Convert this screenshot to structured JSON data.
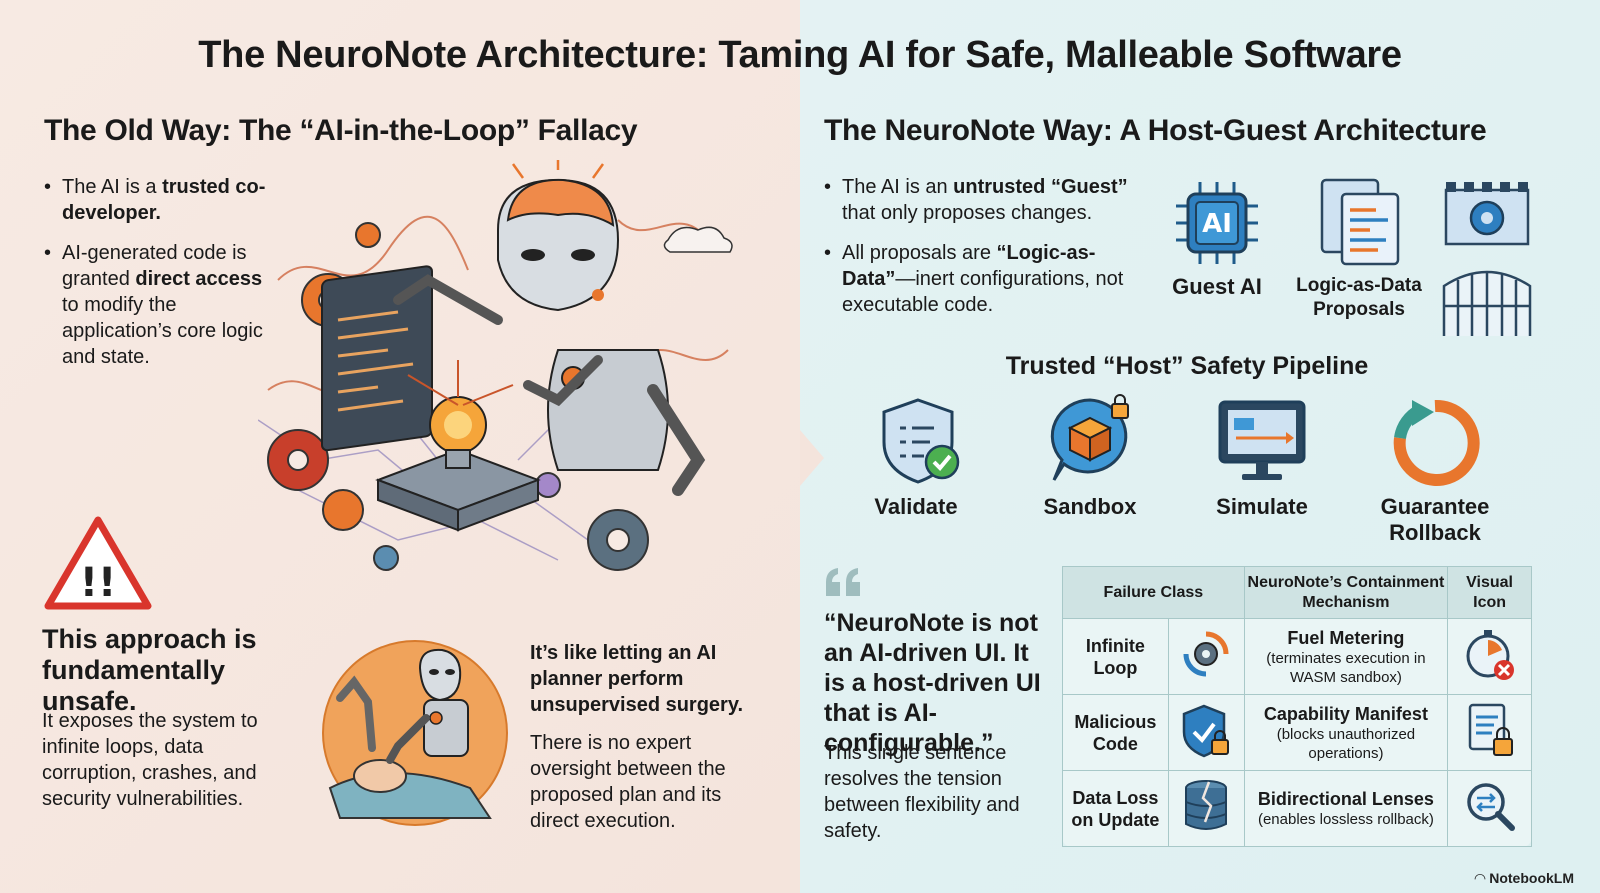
{
  "title": "The NeuroNote Architecture: Taming AI for Safe, Malleable Software",
  "old_way": {
    "heading": "The Old Way: The “AI-in-the-Loop” Fallacy",
    "bullet1": {
      "a": "The AI is a ",
      "b": "trusted co-developer."
    },
    "bullet2": {
      "a": "AI-generated code is granted ",
      "b": "direct access",
      "c": " to modify the application’s core logic and state."
    },
    "unsafe_heading": "This approach is fundamentally unsafe.",
    "unsafe_body": "It exposes the system to infinite loops, data corruption, crashes, and security vulnerabilities.",
    "surgery_heading": "It’s like letting an AI planner perform unsupervised surgery.",
    "surgery_body": "There is no expert oversight between the proposed plan and its direct execution."
  },
  "new_way": {
    "heading": "The NeuroNote Way: A Host-Guest Architecture",
    "bullet1": {
      "a": "The AI is an ",
      "b": "untrusted “Guest”",
      "c": " that only proposes changes."
    },
    "bullet2": {
      "a": "All proposals are ",
      "b": "“Logic-as-Data”",
      "c": "—inert configurations, not executable code."
    },
    "guest_ai_label": "Guest AI",
    "guest_ai_chip": "AI",
    "proposals_label": "Logic-as-Data Proposals",
    "pipeline_heading": "Trusted “Host” Safety Pipeline",
    "pipeline": [
      {
        "label": "Validate",
        "icon": "shield-check-icon"
      },
      {
        "label": "Sandbox",
        "icon": "sandbox-cube-icon"
      },
      {
        "label": "Simulate",
        "icon": "monitor-simulate-icon"
      },
      {
        "label": "Guarantee Rollback",
        "icon": "rollback-arrow-icon"
      }
    ],
    "quote": "“NeuroNote is not an AI-driven UI. It is a host-driven UI that is AI-configurable.”",
    "quote_body": "This single sentence resolves the tension between flexibility and safety."
  },
  "table": {
    "headers": [
      "Failure Class",
      "NeuroNote’s Containment Mechanism",
      "Visual Icon"
    ],
    "rows": [
      {
        "failure": "Infinite Loop",
        "mechanism": "Fuel Metering",
        "detail": "(terminates execution in WASM sandbox)",
        "icon": "stopwatch-x-icon"
      },
      {
        "failure": "Malicious Code",
        "mechanism": "Capability Manifest",
        "detail": "(blocks unauthorized operations)",
        "icon": "document-lock-icon"
      },
      {
        "failure": "Data Loss on Update",
        "mechanism": "Bidirectional Lenses",
        "detail": "(enables lossless rollback)",
        "icon": "magnifier-arrows-icon"
      }
    ]
  },
  "brand": "NotebookLM",
  "colors": {
    "left_bg": "#f4e4dc",
    "right_bg": "#def0f1",
    "accent_orange": "#e8762d",
    "accent_blue": "#2e7fc0",
    "warning_red": "#d9352c"
  }
}
